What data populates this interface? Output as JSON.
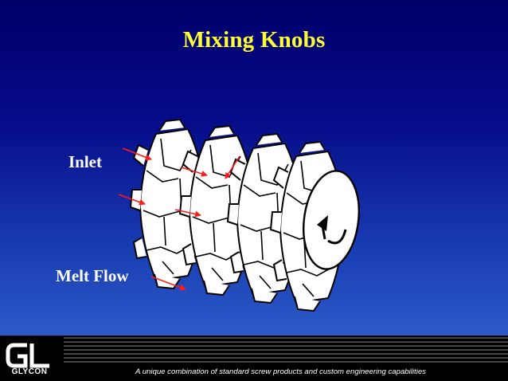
{
  "slide": {
    "title": "Mixing Knobs",
    "labels": {
      "inlet": "Inlet",
      "melt_flow": "Melt Flow"
    }
  },
  "footer": {
    "logo_text": "GLYCON",
    "tagline": "A unique combination of standard screw products and custom engineering capabilities"
  },
  "colors": {
    "title": "#ffff33",
    "arrow": "#ff1a1a",
    "background_top": "#00006a",
    "background_bottom": "#2b5ac8"
  },
  "icons": {
    "rotation": "rotation-arrow-icon",
    "logo": "glycon-gl-logo-icon"
  }
}
